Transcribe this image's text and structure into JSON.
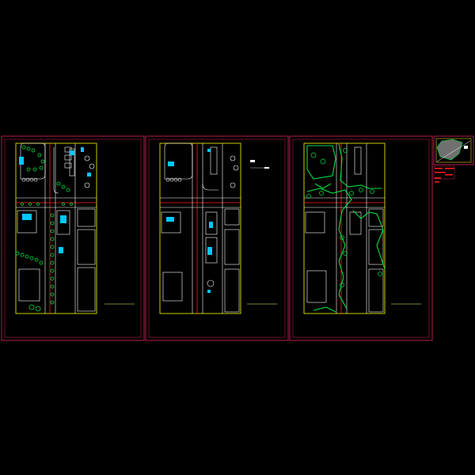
{
  "drawing": {
    "background": "#000000",
    "colors": {
      "frame": "#b01e4a",
      "outline": "#ffff00",
      "road": "#ffffff",
      "axis": "#ff2020",
      "plant": "#00e040",
      "building_fill": "#00c8ff",
      "note": "#ffff66"
    },
    "sheets": [
      {
        "id": "sheet-1",
        "caption": "",
        "kind": "planting-plan"
      },
      {
        "id": "sheet-2",
        "caption": "",
        "kind": "layout-plan"
      },
      {
        "id": "sheet-3",
        "caption": "",
        "kind": "greening-plan"
      }
    ],
    "key_plan": {
      "id": "key-plan"
    }
  }
}
